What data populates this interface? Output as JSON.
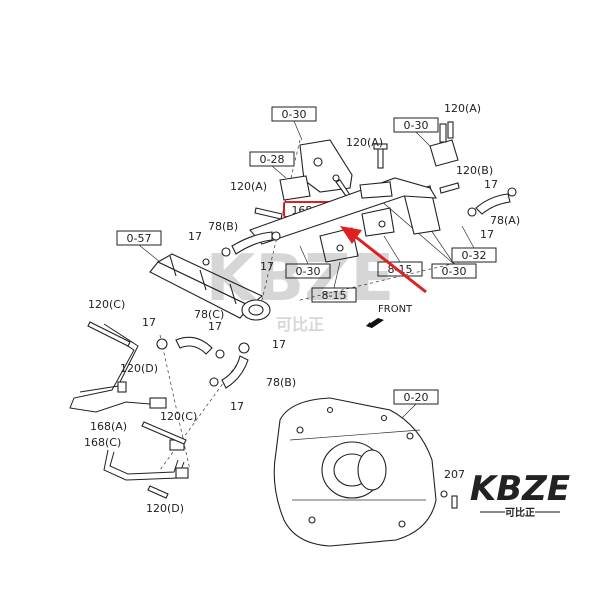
{
  "diagram": {
    "callouts": {
      "c_120a_top": "120(A)",
      "c_120a_right": "120(A)",
      "c_120a_left": "120(A)",
      "c_120b_right": "120(B)",
      "c_17_a": "17",
      "c_17_b": "17",
      "c_17_c": "17",
      "c_17_d": "17",
      "c_17_e": "17",
      "c_17_f": "17",
      "c_17_g": "17",
      "c_17_h": "17",
      "c_78a": "78(A)",
      "c_78b_top": "78(B)",
      "c_78b_mid": "78(B)",
      "c_78c": "78(C)",
      "c_120c_top": "120(C)",
      "c_120c_mid": "120(C)",
      "c_120d_top": "120(D)",
      "c_120d_bot": "120(D)",
      "c_168a": "168(A)",
      "c_168c": "168(C)",
      "c_207": "207",
      "c_front": "FRONT"
    },
    "boxes": {
      "b_030_top": "0-30",
      "b_030_right": "0-30",
      "b_028": "0-28",
      "b_168b": "168(B)",
      "b_057": "0-57",
      "b_030_mid": "0-30",
      "b_815_right": "8-15",
      "b_815_left": "8-15",
      "b_032": "0-32",
      "b_030_far": "0-30",
      "b_020": "0-20"
    },
    "highlight_color": "#e0201f"
  },
  "watermark": {
    "center_text": "KBZE",
    "center_sub": "可比正",
    "logo_text": "KBZE",
    "logo_sub": "可比正"
  }
}
